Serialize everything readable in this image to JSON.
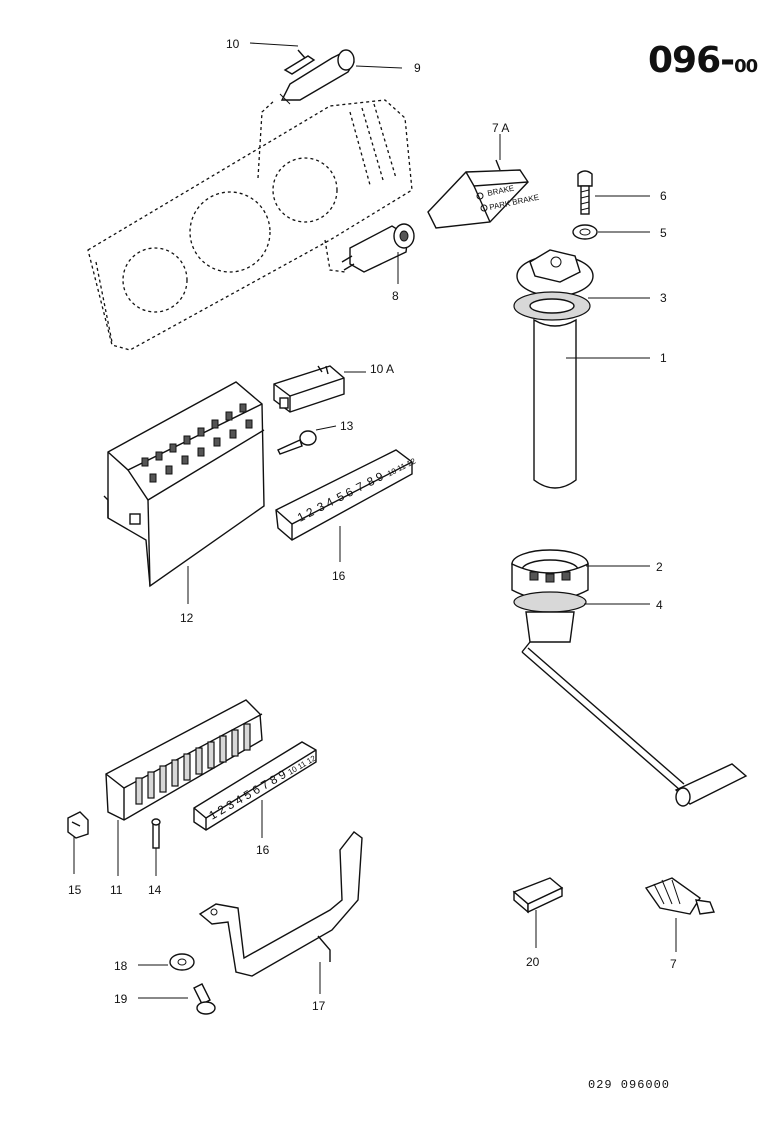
{
  "header": {
    "code_main": "096",
    "code_sep": "-",
    "code_sub": "00"
  },
  "footer": {
    "code": "029  096000"
  },
  "parts": {
    "p1": "1",
    "p2": "2",
    "p3": "3",
    "p4": "4",
    "p5": "5",
    "p6": "6",
    "p7": "7",
    "p7a": "7 A",
    "p8": "8",
    "p9": "9",
    "p10": "10",
    "p10a": "10 A",
    "p11": "11",
    "p12": "12",
    "p13": "13",
    "p14": "14",
    "p15": "15",
    "p16a": "16",
    "p16b": "16",
    "p17": "17",
    "p18": "18",
    "p19": "19",
    "p20": "20"
  },
  "fuse_labels": {
    "strip_upper": [
      "1 2",
      "3 4",
      "5 6",
      "7",
      "8 9",
      "10 11 12"
    ],
    "strip_lower": [
      "1 2",
      "3 4",
      "5 6",
      "7",
      "8 9",
      "10 11 12"
    ]
  },
  "warning_light": {
    "line1": "BRAKE",
    "line2": "PARK BRAKE"
  }
}
